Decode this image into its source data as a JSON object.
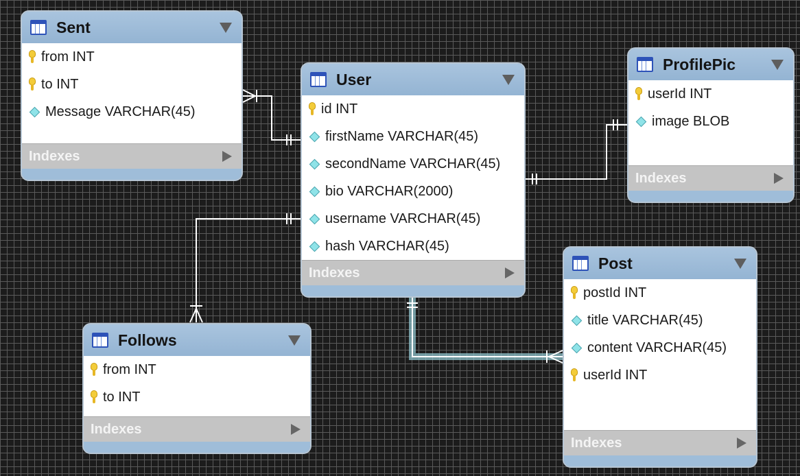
{
  "entities": {
    "sent": {
      "title": "Sent",
      "columns": [
        {
          "label": "from INT",
          "icon": "key-icon"
        },
        {
          "label": "to INT",
          "icon": "key-icon"
        },
        {
          "label": "Message VARCHAR(45)",
          "icon": "diamond-icon"
        }
      ],
      "indexes_label": "Indexes"
    },
    "user": {
      "title": "User",
      "columns": [
        {
          "label": "id INT",
          "icon": "key-icon"
        },
        {
          "label": "firstName VARCHAR(45)",
          "icon": "diamond-icon"
        },
        {
          "label": "secondName VARCHAR(45)",
          "icon": "diamond-icon"
        },
        {
          "label": "bio VARCHAR(2000)",
          "icon": "diamond-icon"
        },
        {
          "label": "username VARCHAR(45)",
          "icon": "diamond-icon"
        },
        {
          "label": "hash VARCHAR(45)",
          "icon": "diamond-icon"
        }
      ],
      "indexes_label": "Indexes"
    },
    "profilepic": {
      "title": "ProfilePic",
      "columns": [
        {
          "label": "userId INT",
          "icon": "key-icon"
        },
        {
          "label": "image BLOB",
          "icon": "diamond-icon"
        }
      ],
      "indexes_label": "Indexes"
    },
    "follows": {
      "title": "Follows",
      "columns": [
        {
          "label": "from INT",
          "icon": "key-icon"
        },
        {
          "label": "to INT",
          "icon": "key-icon"
        }
      ],
      "indexes_label": "Indexes"
    },
    "post": {
      "title": "Post",
      "columns": [
        {
          "label": "postId INT",
          "icon": "key-icon"
        },
        {
          "label": "title VARCHAR(45)",
          "icon": "diamond-icon"
        },
        {
          "label": "content VARCHAR(45)",
          "icon": "diamond-icon"
        },
        {
          "label": "userId INT",
          "icon": "key-icon"
        }
      ],
      "indexes_label": "Indexes"
    }
  },
  "colors": {
    "canvas": "#1c1c1c",
    "grid": "#5a5a5a",
    "header": "#9fbdd9",
    "indexes_bar": "#c4c4c4",
    "relationship_line": "#ffffff",
    "selected_relationship_glow": "#8fc3cc"
  }
}
